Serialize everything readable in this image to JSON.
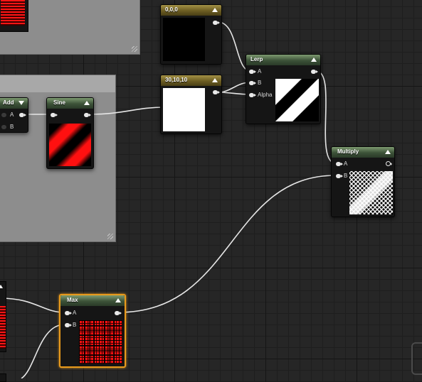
{
  "graph": {
    "nodes": {
      "const_black": {
        "title": "0,0,0"
      },
      "const_white": {
        "title": "30,10,10"
      },
      "add": {
        "title": "Add",
        "pins": {
          "a": "A",
          "b": "B"
        }
      },
      "sine": {
        "title": "Sine"
      },
      "lerp": {
        "title": "Lerp",
        "pins": {
          "a": "A",
          "b": "B",
          "alpha": "Alpha"
        }
      },
      "multiply": {
        "title": "Multiply",
        "pins": {
          "a": "A",
          "b": "B"
        }
      },
      "max": {
        "title": "Max",
        "pins": {
          "a": "A",
          "b": "B"
        }
      }
    }
  },
  "colors": {
    "background": "#262626",
    "comment_box": "#8d8d8d",
    "node_body": "#151515",
    "header_green": "#3c5238",
    "header_olive": "#6c5d22",
    "selection": "#e89a1c",
    "wire": "#e6e6e6",
    "preview_red": "#ff1212"
  },
  "icons": {
    "collapse": "triangle-up-icon",
    "expand": "triangle-down-icon",
    "pin_connected": "pin-connected-icon",
    "pin_empty": "pin-empty-icon",
    "pin_output_ring": "pin-ring-icon"
  }
}
